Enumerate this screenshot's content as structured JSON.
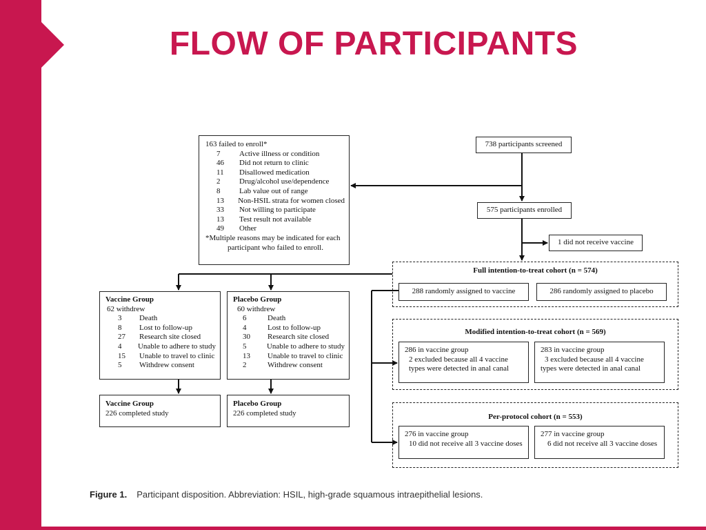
{
  "slide_title": "FLOW OF PARTICIPANTS",
  "screened": "738 participants screened",
  "enrolled": "575 participants enrolled",
  "no_vaccine": "1 did not receive vaccine",
  "failed": {
    "header": "163 failed to enroll*",
    "items": [
      {
        "n": "7",
        "label": "Active illness or condition"
      },
      {
        "n": "46",
        "label": "Did not return to clinic"
      },
      {
        "n": "11",
        "label": "Disallowed medication"
      },
      {
        "n": "2",
        "label": "Drug/alcohol use/dependence"
      },
      {
        "n": "8",
        "label": "Lab value out of range"
      },
      {
        "n": "13",
        "label": "Non-HSIL strata for women closed"
      },
      {
        "n": "33",
        "label": "Not willing to participate"
      },
      {
        "n": "13",
        "label": "Test result not available"
      },
      {
        "n": "49",
        "label": "Other"
      }
    ],
    "footnote_1": "*Multiple reasons may be indicated for each",
    "footnote_2": "participant who failed to enroll."
  },
  "vaccine_group": {
    "title": "Vaccine Group",
    "withdrew": "62 withdrew",
    "items": [
      {
        "n": "3",
        "label": "Death"
      },
      {
        "n": "8",
        "label": "Lost to follow-up"
      },
      {
        "n": "27",
        "label": "Research site closed"
      },
      {
        "n": "4",
        "label": "Unable to adhere to study"
      },
      {
        "n": "15",
        "label": "Unable to travel to clinic"
      },
      {
        "n": "5",
        "label": "Withdrew consent"
      }
    ],
    "completed_title": "Vaccine Group",
    "completed": "226 completed study"
  },
  "placebo_group": {
    "title": "Placebo Group",
    "withdrew": "60 withdrew",
    "items": [
      {
        "n": "6",
        "label": "Death"
      },
      {
        "n": "4",
        "label": "Lost to follow-up"
      },
      {
        "n": "30",
        "label": "Research site closed"
      },
      {
        "n": "5",
        "label": "Unable to adhere to study"
      },
      {
        "n": "13",
        "label": "Unable to travel to clinic"
      },
      {
        "n": "2",
        "label": "Withdrew consent"
      }
    ],
    "completed_title": "Placebo Group",
    "completed": "226 completed study"
  },
  "itt": {
    "title": "Full intention-to-treat cohort (n = 574)",
    "vaccine": "288 randomly assigned to vaccine",
    "placebo": "286 randomly assigned to placebo"
  },
  "mitt": {
    "title": "Modified intention-to-treat cohort (n = 569)",
    "left_1": "286 in vaccine group",
    "left_2": "2 excluded because all 4 vaccine",
    "left_3": "types were detected in anal canal",
    "right_1": "283 in vaccine group",
    "right_2": "3 excluded because all 4 vaccine",
    "right_3": "types were detected in anal canal"
  },
  "pp": {
    "title": "Per-protocol cohort (n = 553)",
    "left_1": "276 in vaccine group",
    "left_2": "10 did not receive all 3 vaccine doses",
    "right_1": "277 in vaccine group",
    "right_2": "6 did not receive all 3 vaccine doses"
  },
  "caption": {
    "label": "Figure 1.",
    "text": "Participant disposition. Abbreviation: HSIL, high-grade squamous intraepithelial lesions."
  },
  "colors": {
    "accent": "#c8174f"
  }
}
